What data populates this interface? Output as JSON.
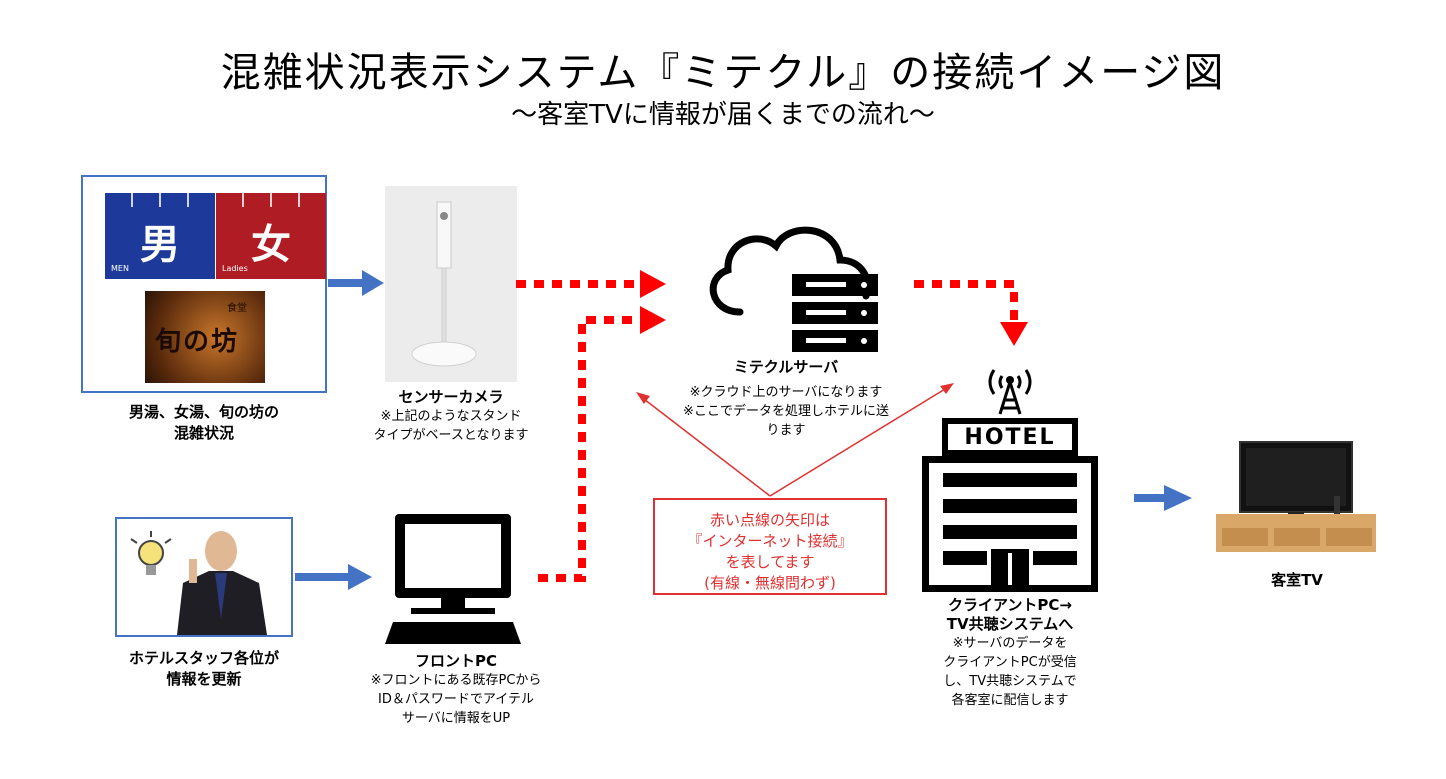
{
  "header": {
    "title": "混雑状況表示システム『ミテクル』の接続イメージ図",
    "subtitle": "〜客室TVに情報が届くまでの流れ〜"
  },
  "bath": {
    "male_char": "男",
    "male_sub": "MEN",
    "female_char": "女",
    "female_sub": "Ladies",
    "sign_text": "旬の坊",
    "sign_small": "食堂",
    "caption_line1": "男湯、女湯、旬の坊の",
    "caption_line2": "混雑状況"
  },
  "sensor": {
    "title": "センサーカメラ",
    "line1": "※上記のようなスタンド",
    "line2": "タイプがベースとなります"
  },
  "server": {
    "title": "ミテクルサーバ",
    "line1": "※クラウド上のサーバになります",
    "line2": "※ここでデータを処理しホテルに送",
    "line3": "ります"
  },
  "callout": {
    "line1": "赤い点線の矢印は",
    "line2": "『インターネット接続』",
    "line3": "を表してます",
    "line4": "(有線・無線問わず)"
  },
  "staff": {
    "line1": "ホテルスタッフ各位が",
    "line2": "情報を更新"
  },
  "front": {
    "title": "フロントPC",
    "line1": "※フロントにある既存PCから",
    "line2": "ID＆パスワードでアイテル",
    "line3": "サーバに情報をUP"
  },
  "hotel": {
    "sign": "HOTEL",
    "title1": "クライアントPC→",
    "title2": "TV共聴システムへ",
    "line1": "※サーバのデータを",
    "line2": "クライアントPCが受信",
    "line3": "し、TV共聴システムで",
    "line4": "各客室に配信します"
  },
  "tv": {
    "caption": "客室TV"
  },
  "colors": {
    "blue_arrow": "#4472c4",
    "red_dotted": "#ff0000",
    "callout": "#e03030",
    "noren_male": "#1d3a9a",
    "noren_female": "#b01c24"
  }
}
